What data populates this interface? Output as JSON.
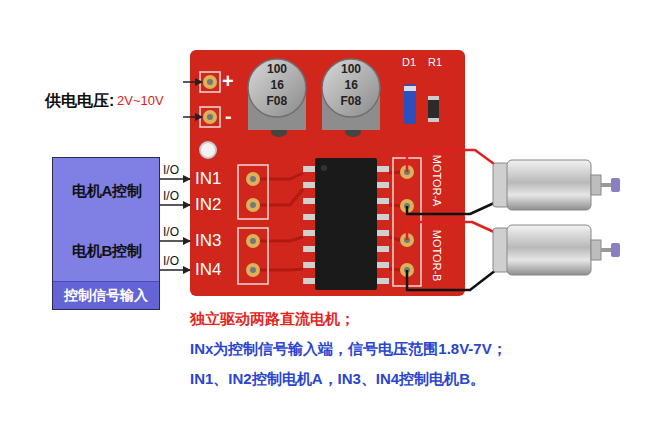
{
  "diagram": {
    "nodes": [
      {
        "text": [
          "电机A控制",
          "电机B控制",
          "控制信号输入"
        ]
      },
      {
        "text": [
          "+",
          "-",
          "IN1",
          "IN2",
          "IN3",
          "IN4",
          "MOTOR-A",
          "MOTOR-B",
          "D1",
          "R1"
        ]
      }
    ],
    "edges": [
      {
        "from": 0,
        "to": 1,
        "arrow": "to",
        "label": "I/O"
      },
      {
        "from": 0,
        "to": 1,
        "arrow": "to",
        "label": "I/O"
      },
      {
        "from": 0,
        "to": 1,
        "arrow": "to",
        "label": "I/O"
      },
      {
        "from": 0,
        "to": 1,
        "arrow": "to",
        "label": "I/O"
      }
    ],
    "labels": [
      "供电电压:",
      "2V~10V",
      "100",
      "16",
      "F08",
      "100",
      "16",
      "F08",
      "独立驱动两路直流电机；",
      "INx为控制信号输入端，信号电压范围1.8V-7V；",
      "IN1、IN2控制电机A，IN3、IN4控制电机B。"
    ]
  }
}
